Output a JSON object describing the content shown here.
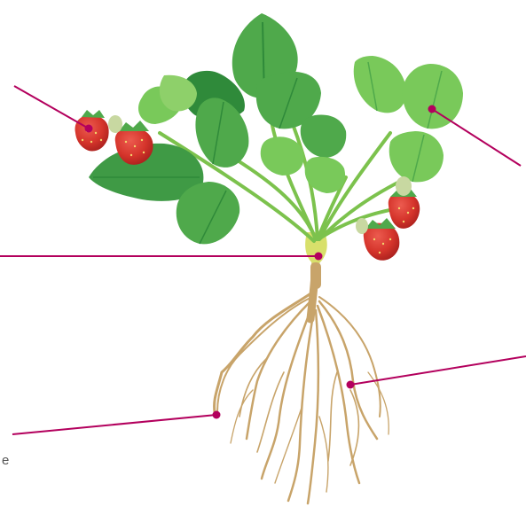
{
  "diagram": {
    "subject": "strawberry-plant",
    "edge_text": "e"
  },
  "colors": {
    "leader_line": "#b3005d",
    "leaf_light": "#79c95a",
    "leaf_dark": "#2f8a3a",
    "leaf_mid": "#4fa94b",
    "stem": "#7cc24d",
    "crown": "#d8e06b",
    "root": "#c8a46a",
    "root_dark": "#a5824f",
    "berry": "#d5342b",
    "berry_dark": "#a9201d",
    "seed": "#f2d46c",
    "unripe": "#c8d8a1"
  },
  "callouts": [
    {
      "name": "fruit-callout"
    },
    {
      "name": "leaf-callout"
    },
    {
      "name": "crown-callout"
    },
    {
      "name": "root-left-callout"
    },
    {
      "name": "root-right-callout"
    }
  ]
}
